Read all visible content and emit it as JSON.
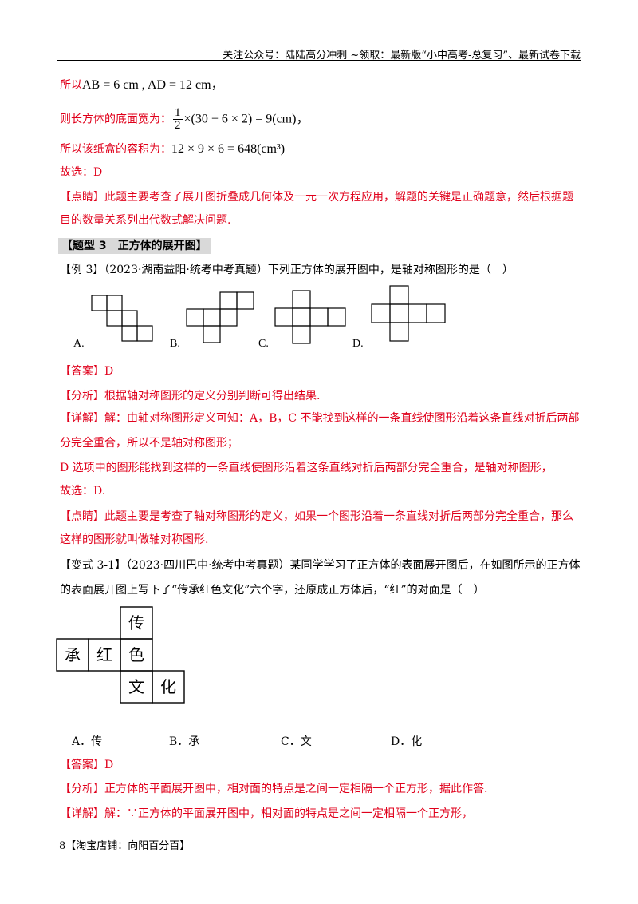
{
  "header": {
    "text": "关注公众号：陆陆高分冲刺 ~领取：最新版“小中高考-总复习”、最新试卷下载"
  },
  "solution_prev": {
    "line1_prefix": "所以",
    "line1_math": "AB = 6 cm , AD = 12 cm，",
    "line2_prefix": "则长方体的底面宽为：",
    "line2_frac_num": "1",
    "line2_frac_den": "2",
    "line2_rest": "×(30 − 6 × 2) = 9(cm)，",
    "line3_prefix": "所以该纸盒的容积为：",
    "line3_math": "12 × 9 × 6 = 648(cm³)",
    "line4": "故选：D",
    "comment_line1": "【点睛】此题主要考查了展开图折叠成几何体及一元一次方程应用，解题的关键是正确题意，然后根据题",
    "comment_line2": "目的数量关系列出代数式解决问题."
  },
  "section": {
    "title": "【题型 3　正方体的展开图】"
  },
  "example3": {
    "question": "【例 3】（2023·湖南益阳·统考中考真题）下列正方体的展开图中，是轴对称图形的是（　）",
    "options": [
      "A.",
      "B.",
      "C.",
      "D."
    ],
    "answer": "【答案】D",
    "analysis": "【分析】根据轴对称图形的定义分别判断可得出结果.",
    "detail_line1": "【详解】解：由轴对称图形定义可知：A，B，C 不能找到这样的一条直线使图形沿着这条直线对折后两部",
    "detail_line2": "分完全重合，所以不是轴对称图形；",
    "detail_line3": "D 选项中的图形能找到这样的一条直线使图形沿着这条直线对折后两部分完全重合，是轴对称图形，",
    "detail_line4": "故选：D.",
    "comment_line1": "【点睛】此题主要是考查了轴对称图形的定义，如果一个图形沿着一条直线对折后两部分完全重合，那么",
    "comment_line2": "这样的图形就叫做轴对称图形."
  },
  "variant31": {
    "question_line1": "【变式 3-1】（2023·四川巴中·统考中考真题）某同学学习了正方体的表面展开图后，在如图所示的正方体",
    "question_line2": "的表面展开图上写下了“传承红色文化”六个字，还原成正方体后，“红”的对面是（　）",
    "net_chars": {
      "chuan": "传",
      "cheng": "承",
      "hong": "红",
      "se": "色",
      "wen": "文",
      "hua": "化"
    },
    "choices": [
      "A．传",
      "B．承",
      "C．文",
      "D．化"
    ],
    "answer": "【答案】D",
    "analysis": "【分析】正方体的平面展开图中，相对面的特点是之间一定相隔一个正方形，据此作答.",
    "detail_line1": "【详解】解：∵正方体的平面展开图中，相对面的特点是之间一定相隔一个正方形，"
  },
  "footer": {
    "page_number": "8",
    "shop": "【淘宝店铺：向阳百分百】"
  }
}
